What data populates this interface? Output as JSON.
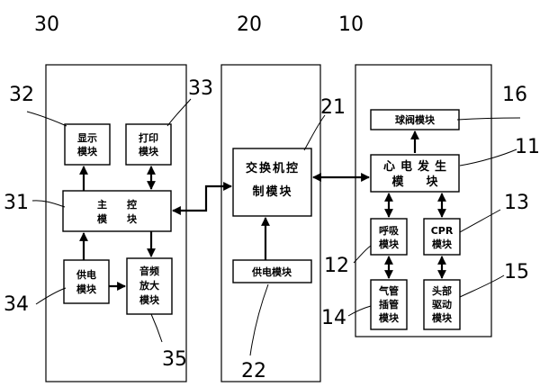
{
  "panels": {
    "p30": "30",
    "p20": "20",
    "p10": "10"
  },
  "refs": {
    "r31": "31",
    "r32": "32",
    "r33": "33",
    "r34": "34",
    "r35": "35",
    "r21": "21",
    "r22": "22",
    "r11": "11",
    "r12": "12",
    "r13": "13",
    "r14": "14",
    "r15": "15",
    "r16": "16"
  },
  "modules": {
    "display": [
      "显示",
      "模块"
    ],
    "print": [
      "打印",
      "模块"
    ],
    "main_control": [
      "主　　控",
      "模　　块"
    ],
    "power_left": [
      "供电",
      "模块"
    ],
    "audio_amp": [
      "音频",
      "放大",
      "模块"
    ],
    "switch_control": [
      "交换机控",
      "制模块"
    ],
    "power_mid": "供电模块",
    "ball_valve": "球阀模块",
    "heart_gen": [
      "心电发生",
      "模　块"
    ],
    "breathing": [
      "呼吸",
      "模块"
    ],
    "cpr": [
      "CPR",
      "模块"
    ],
    "trachea": [
      "气管",
      "插管",
      "模块"
    ],
    "head_drive": [
      "头部",
      "驱动",
      "模块"
    ]
  }
}
